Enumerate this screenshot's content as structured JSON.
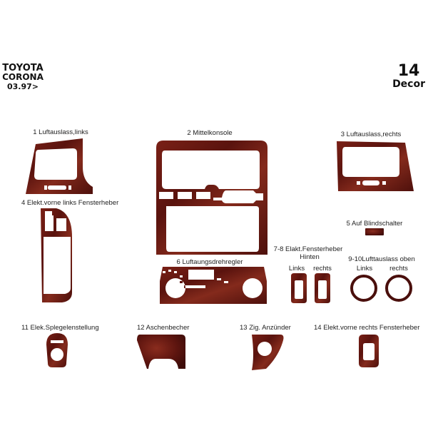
{
  "header": {
    "brand_line1": "TOYOTA",
    "brand_line2": "CORONA",
    "brand_line3": "03.97>",
    "set_count": "14",
    "set_label": "Decor"
  },
  "colors": {
    "wood_dark": "#4a0f0c",
    "wood_mid": "#6e1c14",
    "wood_light": "#8a2a1c",
    "background": "#ffffff",
    "text": "#222222"
  },
  "parts": [
    {
      "id": "1",
      "label": "1  Luftauslass,links"
    },
    {
      "id": "2",
      "label": "2  Mittelkonsole"
    },
    {
      "id": "3",
      "label": "3  Luftauslass,rechts"
    },
    {
      "id": "4",
      "label": "4  Elekt.vorne links Fensterheber"
    },
    {
      "id": "5",
      "label": "5  Auf Blindschalter"
    },
    {
      "id": "6",
      "label": "6  Luftaungsdrehregler"
    },
    {
      "id": "7-8",
      "label": "7-8 Elakt.Fensterheber",
      "sublabel": "Hinten",
      "left": "Links",
      "right": "rechts"
    },
    {
      "id": "9-10",
      "label": "9-10Lufttauslass oben",
      "left": "Links",
      "right": "rechts"
    },
    {
      "id": "11",
      "label": "11  Elek.Splegelenstellung"
    },
    {
      "id": "12",
      "label": "12  Aschenbecher"
    },
    {
      "id": "13",
      "label": "13  Zig. Anzünder"
    },
    {
      "id": "14",
      "label": "14  Elekt.vorne rechts Fensterheber"
    }
  ]
}
